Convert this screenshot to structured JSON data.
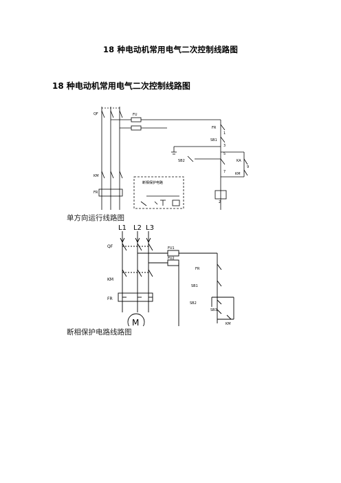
{
  "document": {
    "title": "18 种电动机常用电气二次控制线路图",
    "heading": "18 种电动机常用电气二次控制线路图"
  },
  "diagram1": {
    "caption": "单方向运行线路图",
    "labels": {
      "qf": "QF",
      "fu": "FU",
      "fr": "FR",
      "sb1": "SB1",
      "sb2": "SB2",
      "km": "KM",
      "ka": "KA",
      "box": "断相保护电路",
      "n1": "1",
      "n3": "3",
      "n5": "5",
      "n7": "7",
      "n9": "9",
      "n2": "2"
    }
  },
  "diagram2": {
    "caption": "断相保护电路线路图",
    "labels": {
      "l1": "L1",
      "l2": "L2",
      "l3": "L3",
      "qf": "QF",
      "km": "KM",
      "fr": "FR",
      "fu1": "FU1",
      "fu2": "FU2",
      "fr2": "FR",
      "sb1": "SB1",
      "sb2": "SB2",
      "sb3": "SB3",
      "km2": "KM",
      "motor": "M"
    }
  }
}
